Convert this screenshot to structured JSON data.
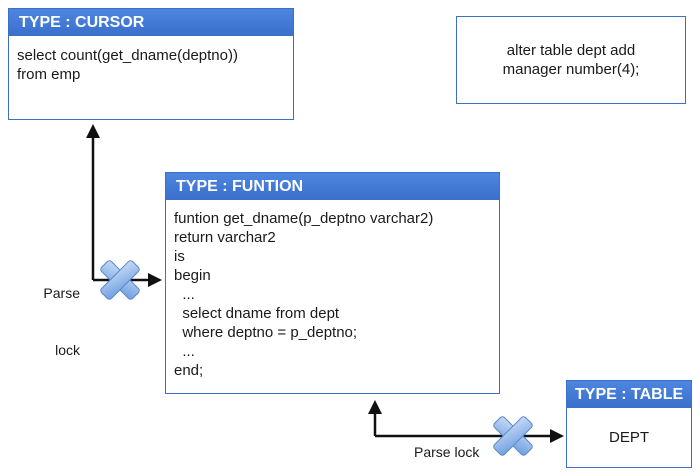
{
  "cursor_box": {
    "type_label": "TYPE : CURSOR",
    "lines": [
      "select count(get_dname(deptno))",
      "from emp"
    ]
  },
  "alter_box": {
    "lines": [
      "alter table dept add",
      "manager number(4);"
    ]
  },
  "function_box": {
    "type_label": "TYPE : FUNTION",
    "lines": [
      "funtion get_dname(p_deptno varchar2)",
      "return varchar2",
      "is",
      "begin",
      "  ...",
      "  select dname from dept",
      "  where deptno = p_deptno;",
      "  ...",
      "end;"
    ]
  },
  "table_box": {
    "type_label": "TYPE : TABLE",
    "value": "DEPT"
  },
  "parse_lock_left": {
    "line1": "Parse",
    "line2": "lock"
  },
  "parse_lock_bottom": {
    "label": "Parse lock"
  },
  "colors": {
    "header_blue": "#3f6fc4",
    "x_mark": "#8fb4e8"
  }
}
